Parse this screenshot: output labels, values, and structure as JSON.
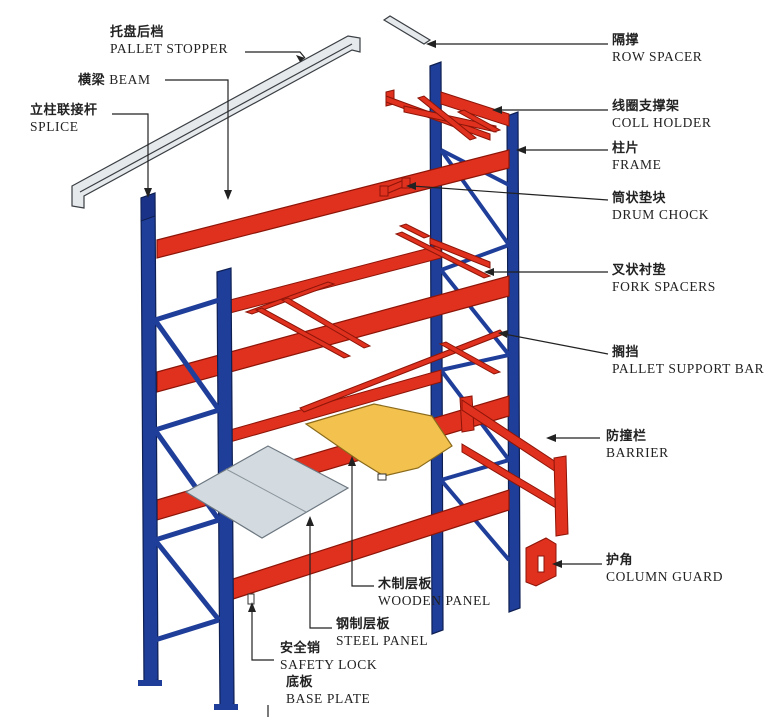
{
  "colors": {
    "column": "#1f3e9a",
    "column_dark": "#122a6e",
    "beam": "#e0301e",
    "beam_dark": "#b8200f",
    "accessory": "#e0301e",
    "wooden_panel": "#f2c14e",
    "steel_panel": "#d3dbe0",
    "stopper": "#e6e9ec",
    "leader": "#222222"
  },
  "labels": {
    "pallet_stopper": {
      "cn": "托盘后档",
      "en": "PALLET STOPPER"
    },
    "beam": {
      "cn": "横梁",
      "en": "BEAM"
    },
    "splice": {
      "cn": "立柱联接杆",
      "en": "SPLICE"
    },
    "row_spacer": {
      "cn": "隔撑",
      "en": "ROW SPACER"
    },
    "coll_holder": {
      "cn": "线圈支撑架",
      "en": "COLL HOLDER"
    },
    "frame": {
      "cn": "柱片",
      "en": "FRAME"
    },
    "drum_chock": {
      "cn": "筒状垫块",
      "en": "DRUM CHOCK"
    },
    "fork_spacers": {
      "cn": "叉状衬垫",
      "en": "FORK SPACERS"
    },
    "pallet_support_bar": {
      "cn": "搁挡",
      "en": "PALLET SUPPORT BAR"
    },
    "barrier": {
      "cn": "防撞栏",
      "en": "BARRIER"
    },
    "column_guard": {
      "cn": "护角",
      "en": "COLUMN GUARD"
    },
    "wooden_panel": {
      "cn": "木制层板",
      "en": "WOODEN PANEL"
    },
    "steel_panel": {
      "cn": "钢制层板",
      "en": "STEEL PANEL"
    },
    "safety_lock": {
      "cn": "安全销",
      "en": "SAFETY LOCK"
    },
    "base_plate": {
      "cn": "底板",
      "en": "BASE PLATE"
    }
  }
}
